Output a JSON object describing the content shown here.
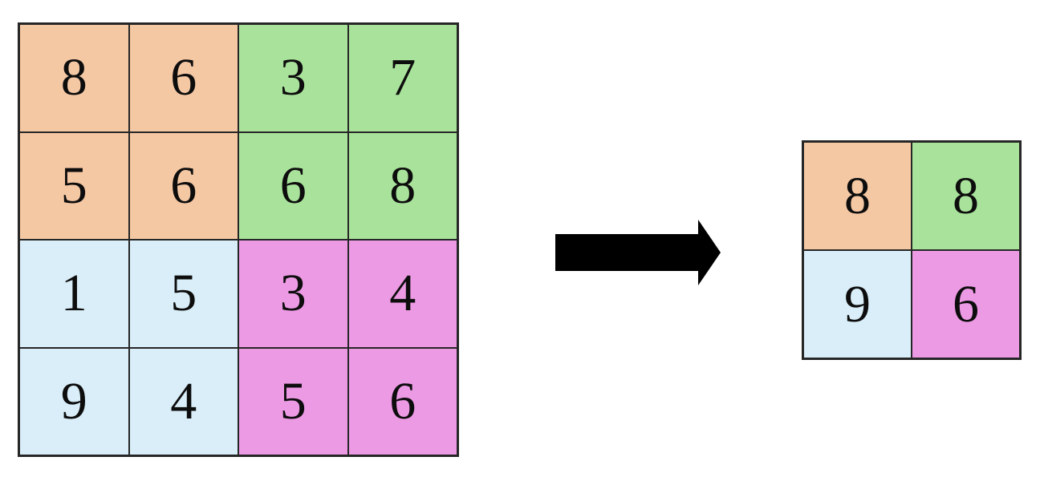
{
  "input_grid": {
    "rows": 4,
    "cols": 4,
    "cells": [
      {
        "value": "8",
        "color": "orange"
      },
      {
        "value": "6",
        "color": "orange"
      },
      {
        "value": "3",
        "color": "green"
      },
      {
        "value": "7",
        "color": "green"
      },
      {
        "value": "5",
        "color": "orange"
      },
      {
        "value": "6",
        "color": "orange"
      },
      {
        "value": "6",
        "color": "green"
      },
      {
        "value": "8",
        "color": "green"
      },
      {
        "value": "1",
        "color": "blue"
      },
      {
        "value": "5",
        "color": "blue"
      },
      {
        "value": "3",
        "color": "magenta"
      },
      {
        "value": "4",
        "color": "magenta"
      },
      {
        "value": "9",
        "color": "blue"
      },
      {
        "value": "4",
        "color": "blue"
      },
      {
        "value": "5",
        "color": "magenta"
      },
      {
        "value": "6",
        "color": "magenta"
      }
    ]
  },
  "output_grid": {
    "rows": 2,
    "cols": 2,
    "cells": [
      {
        "value": "8",
        "color": "orange"
      },
      {
        "value": "8",
        "color": "green"
      },
      {
        "value": "9",
        "color": "blue"
      },
      {
        "value": "6",
        "color": "magenta"
      }
    ]
  },
  "colors": {
    "orange": "#f5c8a4",
    "green": "#a9e39b",
    "blue": "#d9eef8",
    "magenta": "#ed9ae5",
    "line": "#262626",
    "digit": "#0d0d0d",
    "arrow": "#000000"
  }
}
